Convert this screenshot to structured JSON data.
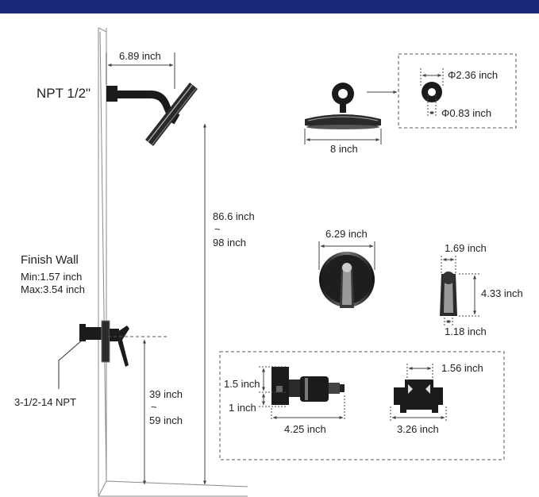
{
  "colors": {
    "header_bar": "#1a2a7a",
    "line": "#555555",
    "fixture": "#1b1b1b",
    "dash": "#555555"
  },
  "labels": {
    "arm_length": "6.89 inch",
    "npt": "NPT 1/2\"",
    "escutcheon_outer": "Φ2.36 inch",
    "escutcheon_inner": "Φ0.83 inch",
    "head_diameter": "8 inch",
    "height_top": "86.6 inch",
    "height_tilde": "~",
    "height_bottom": "98 inch",
    "finish_wall": "Finish Wall",
    "finish_min": "Min:1.57 inch",
    "finish_max": "Max:3.54 inch",
    "trim_diameter": "6.29 inch",
    "handle_width": "1.69 inch",
    "handle_height": "4.33 inch",
    "handle_base": "1.18 inch",
    "valve_npt": "3-1/2-14 NPT",
    "valve_height_top": "39 inch",
    "valve_height_tilde": "~",
    "valve_height_bottom": "59 inch",
    "valve_dim_a": "1.5 inch",
    "valve_dim_b": "1 inch",
    "valve_length": "4.25 inch",
    "valve_spacing": "1.56 inch",
    "valve_width": "3.26 inch"
  }
}
